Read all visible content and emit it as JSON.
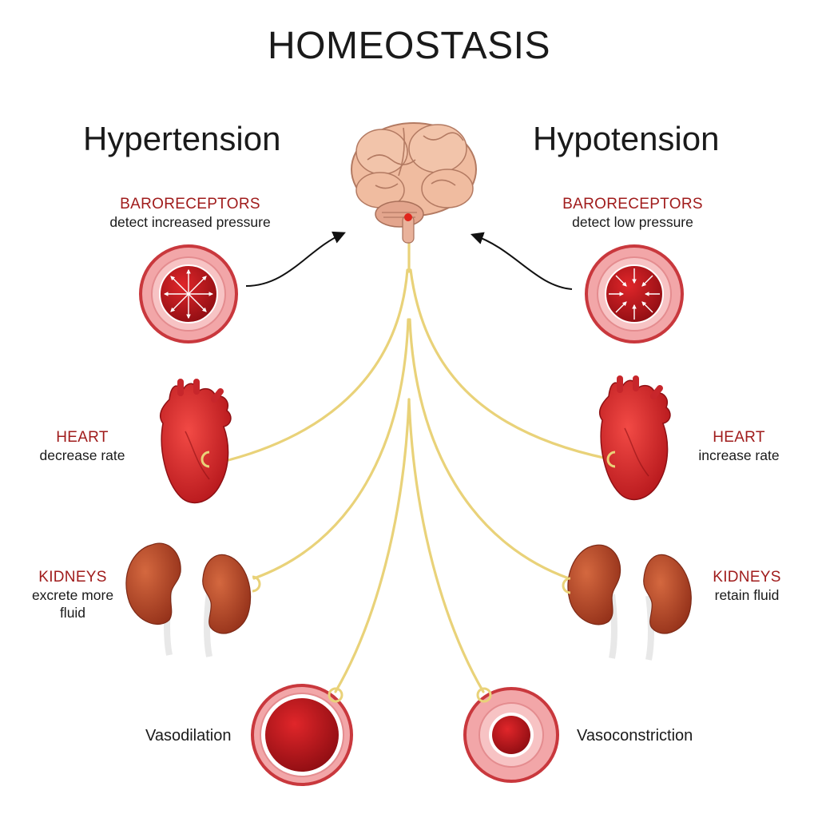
{
  "title": "HOMEOSTASIS",
  "left": {
    "heading": "Hypertension",
    "baroreceptors": {
      "label": "BARORECEPTORS",
      "text": "detect increased pressure"
    },
    "heart": {
      "label": "HEART",
      "text": "decrease rate"
    },
    "kidneys": {
      "label": "KIDNEYS",
      "text_line1": "excrete more",
      "text_line2": "fluid"
    },
    "vessel": "Vasodilation"
  },
  "right": {
    "heading": "Hypotension",
    "baroreceptors": {
      "label": "BARORECEPTORS",
      "text": "detect low pressure"
    },
    "heart": {
      "label": "HEART",
      "text": "increase rate"
    },
    "kidneys": {
      "label": "KIDNEYS",
      "text": "retain fluid"
    },
    "vessel": "Vasoconstriction"
  },
  "colors": {
    "label_red": "#a01c1c",
    "nerve": "#f1e08a",
    "brain": "#f0bca0",
    "heart": "#d8262a",
    "kidney": "#b8432a",
    "vessel_wall": "#f2a6a8",
    "blood": "#c01a1e"
  }
}
